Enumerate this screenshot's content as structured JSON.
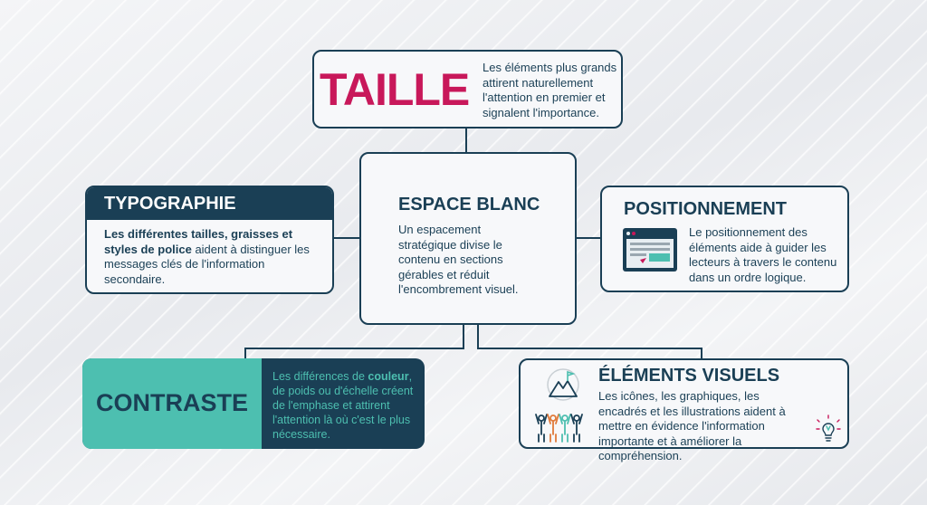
{
  "taille": {
    "title": "TAILLE",
    "text": "Les éléments plus grands attirent naturellement l'attention en premier et signalent l'importance."
  },
  "espace": {
    "title": "ESPACE BLANC",
    "text": "Un espacement stratégique divise le contenu en sections gérables et réduit l'encombrement visuel."
  },
  "typographie": {
    "title": "TYPOGRAPHIE",
    "text_bold": "Les différentes tailles, graisses et styles de police",
    "text_rest": " aident à distinguer les messages clés de l'information secondaire."
  },
  "positionnement": {
    "title": "POSITIONNEMENT",
    "text": "Le positionnement des éléments aide à guider les lecteurs à travers le contenu dans un ordre logique."
  },
  "contraste": {
    "title": "CONTRASTE",
    "text_before": "Les différences de ",
    "text_bold": "couleur",
    "text_after": ", de poids ou d'échelle créent de l'emphase et attirent l'attention là où c'est le plus nécessaire."
  },
  "visuels": {
    "title": "ÉLÉMENTS VISUELS",
    "text": "Les icônes, les graphiques, les encadrés et les illustrations aident à mettre en évidence l'information importante et à améliorer la compréhension."
  },
  "colors": {
    "navy": "#1a3f55",
    "magenta": "#c8185a",
    "teal": "#4dbfb0",
    "background": "#eef0f3"
  }
}
